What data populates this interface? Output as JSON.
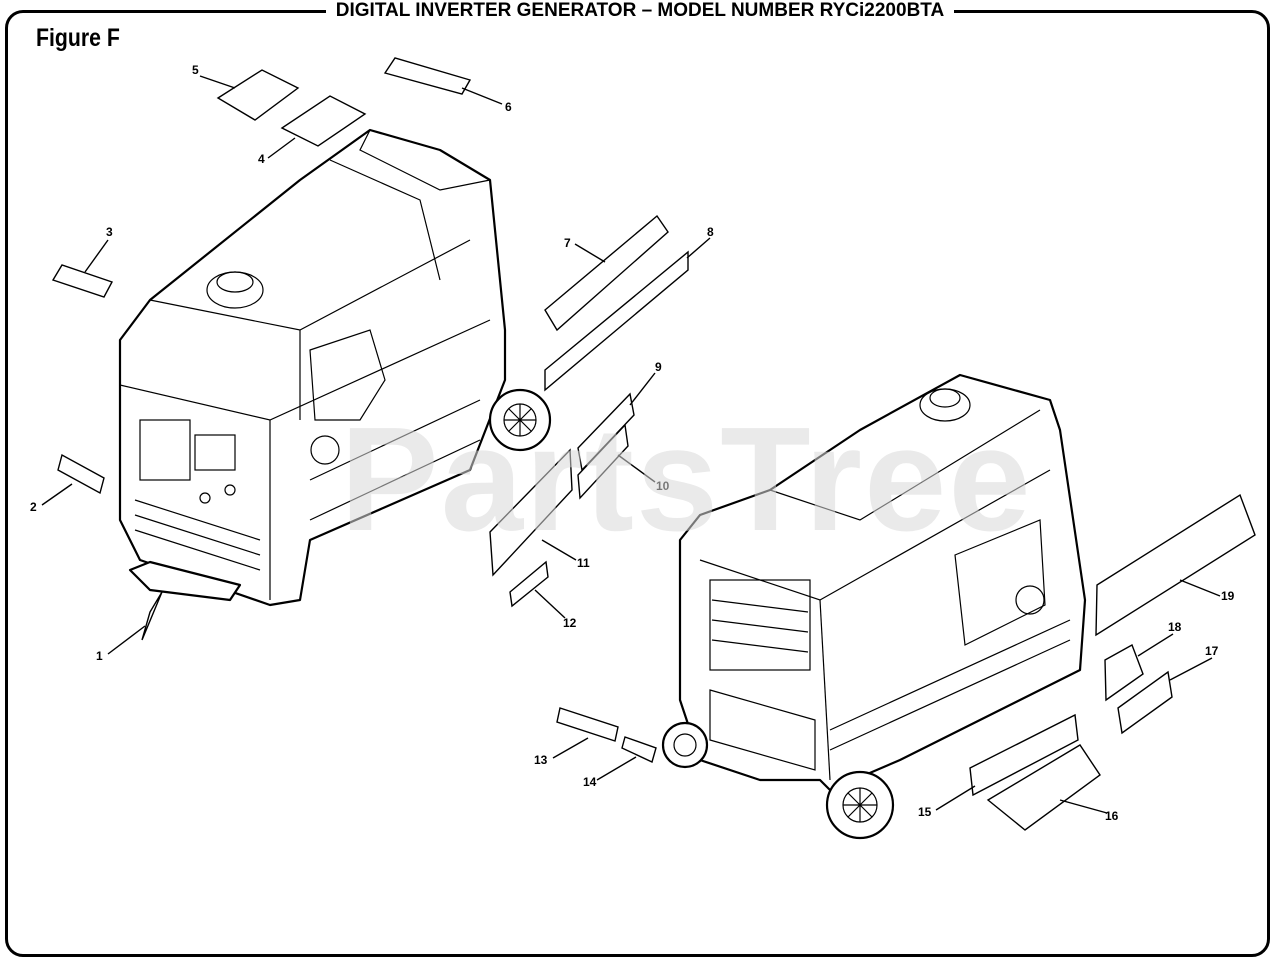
{
  "title": "DIGITAL INVERTER GENERATOR – MODEL NUMBER RYCi2200BTA",
  "figure_label": "Figure F",
  "watermark": "PartsTree",
  "callouts": [
    "1",
    "2",
    "3",
    "4",
    "5",
    "6",
    "7",
    "8",
    "9",
    "10",
    "11",
    "12",
    "13",
    "14",
    "15",
    "16",
    "17",
    "18",
    "19"
  ]
}
